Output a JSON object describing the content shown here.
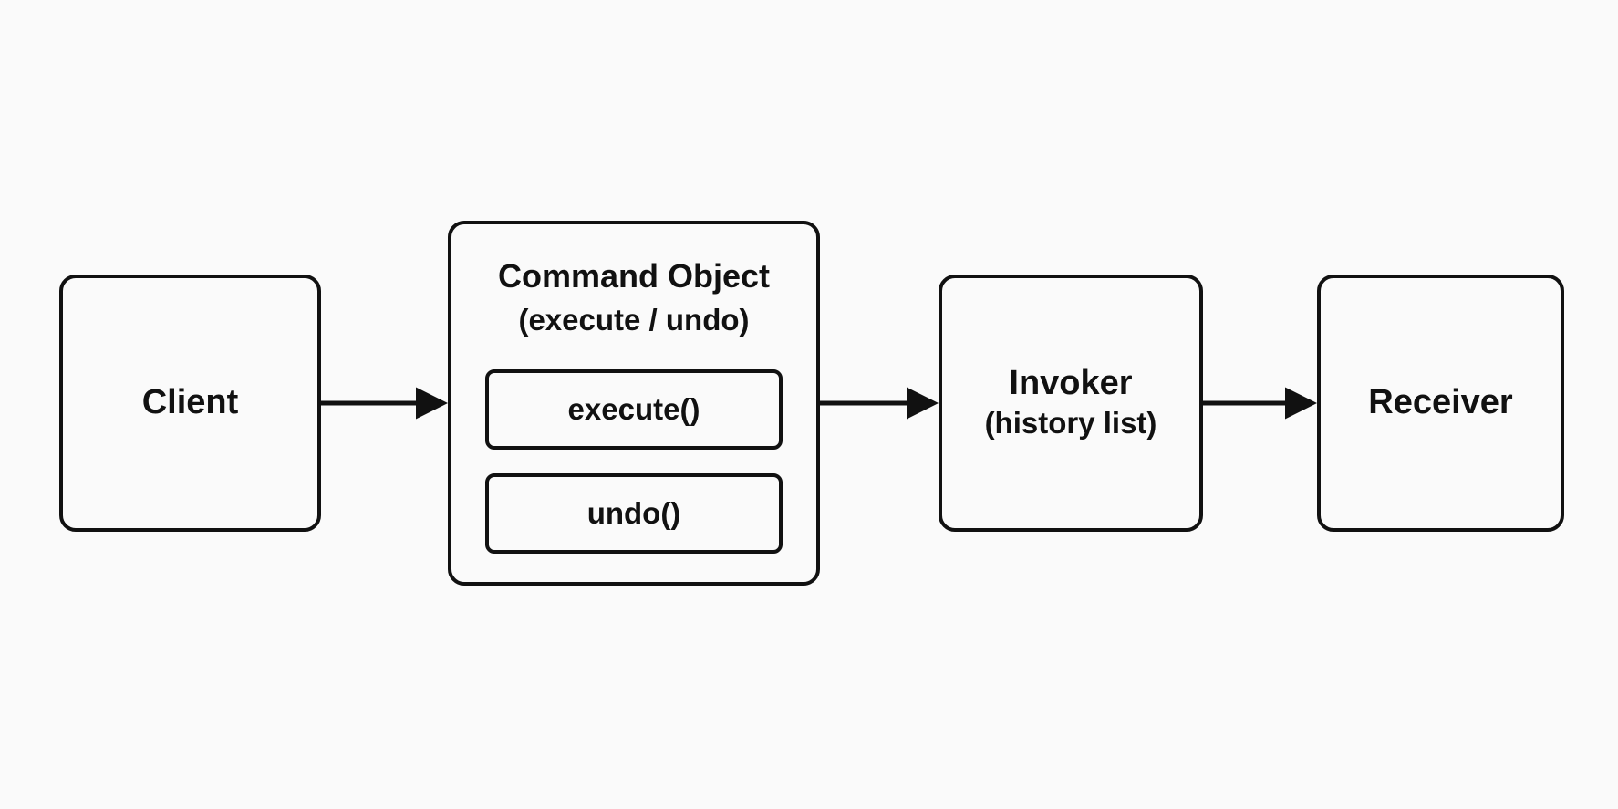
{
  "diagram": {
    "nodes": {
      "client": {
        "label": "Client"
      },
      "command": {
        "title": "Command Object",
        "subtitle": "(execute / undo)",
        "methods": [
          "execute()",
          "undo()"
        ]
      },
      "invoker": {
        "label": "Invoker",
        "sublabel": "(history list)"
      },
      "receiver": {
        "label": "Receiver"
      }
    },
    "edges": [
      {
        "from": "client",
        "to": "command"
      },
      {
        "from": "command",
        "to": "invoker"
      },
      {
        "from": "invoker",
        "to": "receiver"
      }
    ],
    "colors": {
      "stroke": "#111111",
      "background": "#fafafa"
    }
  }
}
